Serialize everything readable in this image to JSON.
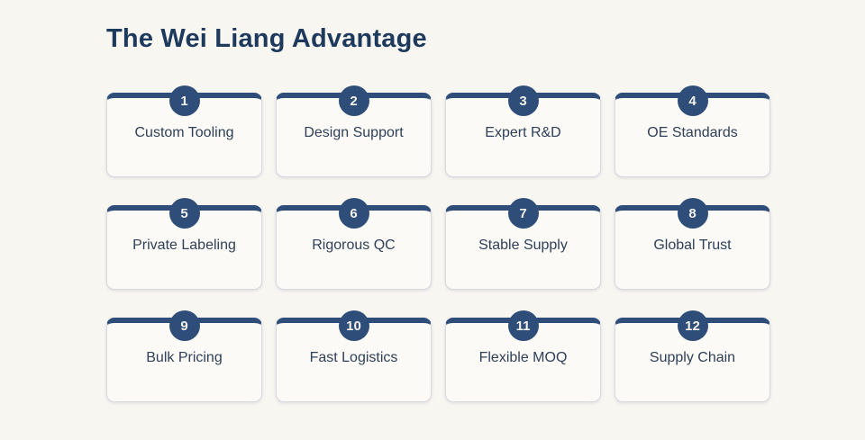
{
  "page": {
    "background": "#f8f6f1",
    "title": "The Wei Liang Advantage"
  },
  "theme": {
    "accent_navy": "#2e4d78",
    "title_color": "#1d3a5c",
    "card_background": "#fbfaf6",
    "card_border": "#d8dae2",
    "label_color": "#2f4058",
    "badge_text_color": "#f4f2ec"
  },
  "cards": [
    {
      "number": "1",
      "label": "Custom Tooling"
    },
    {
      "number": "2",
      "label": "Design Support"
    },
    {
      "number": "3",
      "label": "Expert R&D"
    },
    {
      "number": "4",
      "label": "OE Standards"
    },
    {
      "number": "5",
      "label": "Private Labeling"
    },
    {
      "number": "6",
      "label": "Rigorous QC"
    },
    {
      "number": "7",
      "label": "Stable Supply"
    },
    {
      "number": "8",
      "label": "Global Trust"
    },
    {
      "number": "9",
      "label": "Bulk Pricing"
    },
    {
      "number": "10",
      "label": "Fast Logistics"
    },
    {
      "number": "11",
      "label": "Flexible MOQ"
    },
    {
      "number": "12",
      "label": "Supply Chain"
    }
  ]
}
